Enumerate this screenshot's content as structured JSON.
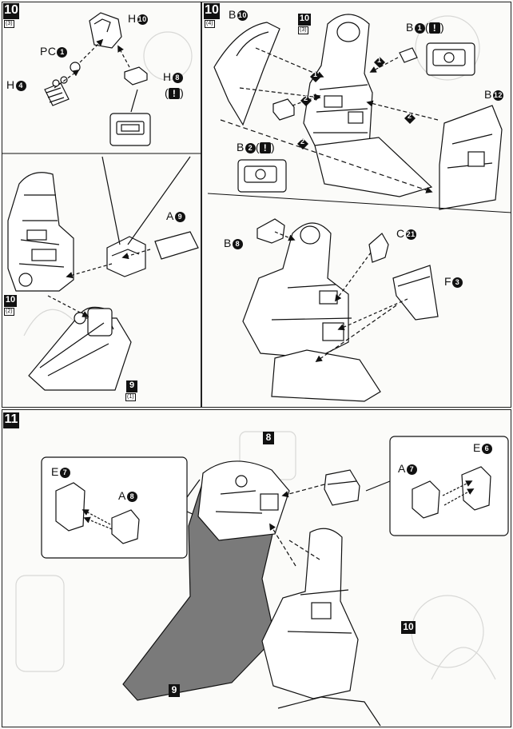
{
  "steps": {
    "s10_3": {
      "num": "10",
      "sub": "(3)"
    },
    "s10_4": {
      "num": "10",
      "sub": "(4)"
    },
    "s11": {
      "num": "11"
    }
  },
  "refs": {
    "r10_2": {
      "num": "10",
      "sub": "(2)"
    },
    "r9_1": {
      "num": "9",
      "sub": "(1)"
    },
    "r10_3": {
      "num": "10",
      "sub": "(3)"
    },
    "r8": {
      "num": "8"
    },
    "r9": {
      "num": "9"
    },
    "r10": {
      "num": "10"
    }
  },
  "parts": {
    "h10": {
      "letter": "H",
      "num": "10"
    },
    "pc1": {
      "letter": "PC",
      "num": "1"
    },
    "h4": {
      "letter": "H",
      "num": "4"
    },
    "h8": {
      "letter": "H",
      "num": "8"
    },
    "a9": {
      "letter": "A",
      "num": "9"
    },
    "b10": {
      "letter": "B",
      "num": "10"
    },
    "b1": {
      "letter": "B",
      "num": "1"
    },
    "b12": {
      "letter": "B",
      "num": "12"
    },
    "b2": {
      "letter": "B",
      "num": "2"
    },
    "b8": {
      "letter": "B",
      "num": "8"
    },
    "c21": {
      "letter": "C",
      "num": "21"
    },
    "f3": {
      "letter": "F",
      "num": "3"
    },
    "e7": {
      "letter": "E",
      "num": "7"
    },
    "a8": {
      "letter": "A",
      "num": "8"
    },
    "a7": {
      "letter": "A",
      "num": "7"
    },
    "e6": {
      "letter": "E",
      "num": "6"
    }
  },
  "order": {
    "o1": "1",
    "o2": "2"
  },
  "warn_symbol": "!",
  "colors": {
    "ink": "#111111",
    "shade": "#7a7a7a",
    "paper": "#fbfbf9"
  }
}
